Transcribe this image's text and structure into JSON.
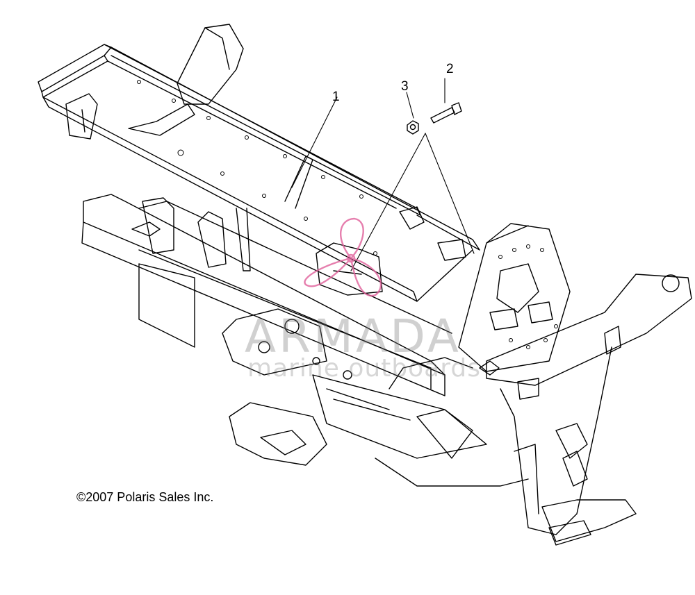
{
  "diagram": {
    "callouts": [
      {
        "id": "1",
        "label": "1"
      },
      {
        "id": "2",
        "label": "2"
      },
      {
        "id": "3",
        "label": "3"
      }
    ],
    "copyright": "©2007 Polaris Sales Inc.",
    "watermark": {
      "title": "ARMADA",
      "subtitle": "marine outboards",
      "color": "#e0609a"
    },
    "line_color": "#000000"
  }
}
